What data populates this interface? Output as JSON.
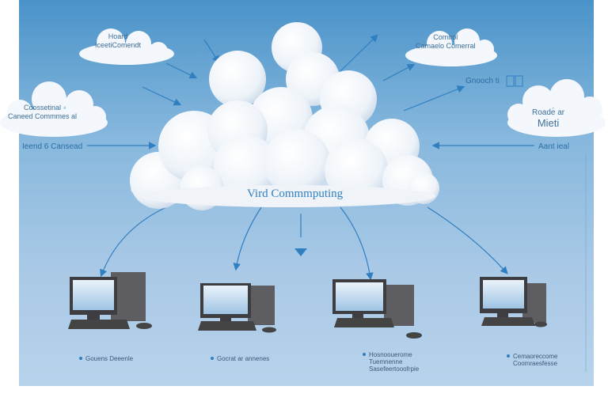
{
  "diagram": {
    "center_label": "Vird Commmputing",
    "small_clouds": [
      {
        "id": "top-left",
        "lines": [
          "Hoard",
          "IceetiComendt"
        ]
      },
      {
        "id": "left",
        "lines": [
          "Coossetinal",
          "Caneed Commmes al"
        ]
      },
      {
        "id": "top-right",
        "lines": [
          "Comirol",
          "Camaelo Comerral"
        ]
      },
      {
        "id": "right",
        "lines": [
          "Roade ar",
          "Mieti"
        ]
      }
    ],
    "side_labels": [
      {
        "id": "left",
        "text": "Ieend 6 Cansead"
      },
      {
        "id": "right-top",
        "text": "Gnooch ti"
      },
      {
        "id": "right",
        "text": "Aant ieal"
      }
    ],
    "computer_captions": [
      {
        "id": "pc1",
        "lines": [
          "Gouens Deeenle"
        ]
      },
      {
        "id": "pc2",
        "lines": [
          "Gocrat ar annenes"
        ]
      },
      {
        "id": "pc3",
        "lines": [
          "Hosnoouerome",
          "Tuemnenne",
          "Sasefeertooofrpie"
        ]
      },
      {
        "id": "pc4",
        "lines": [
          "Cemaoreccome",
          "Coomraesfesse"
        ]
      }
    ],
    "colors": {
      "sky_top": "#4a93c9",
      "sky_bottom": "#b8d3ec",
      "accent": "#2f7fc1",
      "cloud": "#f4f7fb"
    }
  }
}
